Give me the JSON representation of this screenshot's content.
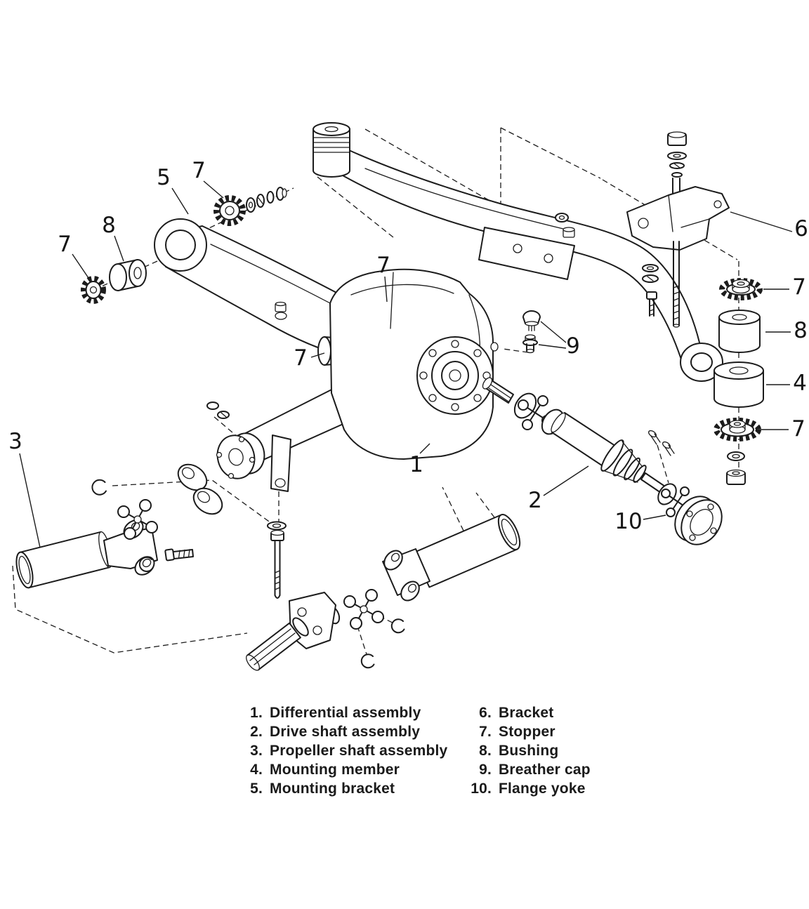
{
  "figure": {
    "background": "#ffffff",
    "ink": "#1c1c1c",
    "callouts": [
      {
        "label": "5"
      },
      {
        "label": "7"
      },
      {
        "label": "8"
      },
      {
        "label": "7"
      },
      {
        "label": "7"
      },
      {
        "label": "7"
      },
      {
        "label": "6"
      },
      {
        "label": "7"
      },
      {
        "label": "8"
      },
      {
        "label": "4"
      },
      {
        "label": "7"
      },
      {
        "label": "9"
      },
      {
        "label": "1"
      },
      {
        "label": "3"
      },
      {
        "label": "2"
      },
      {
        "label": "10"
      }
    ],
    "legend": {
      "left": [
        {
          "num": "1.",
          "text": "Differential assembly"
        },
        {
          "num": "2.",
          "text": "Drive shaft assembly"
        },
        {
          "num": "3.",
          "text": "Propeller shaft assembly"
        },
        {
          "num": "4.",
          "text": "Mounting member"
        },
        {
          "num": "5.",
          "text": "Mounting bracket"
        }
      ],
      "right": [
        {
          "num": "6.",
          "text": "Bracket"
        },
        {
          "num": "7.",
          "text": "Stopper"
        },
        {
          "num": "8.",
          "text": "Bushing"
        },
        {
          "num": "9.",
          "text": "Breather cap"
        },
        {
          "num": "10.",
          "text": "Flange yoke"
        }
      ]
    }
  }
}
